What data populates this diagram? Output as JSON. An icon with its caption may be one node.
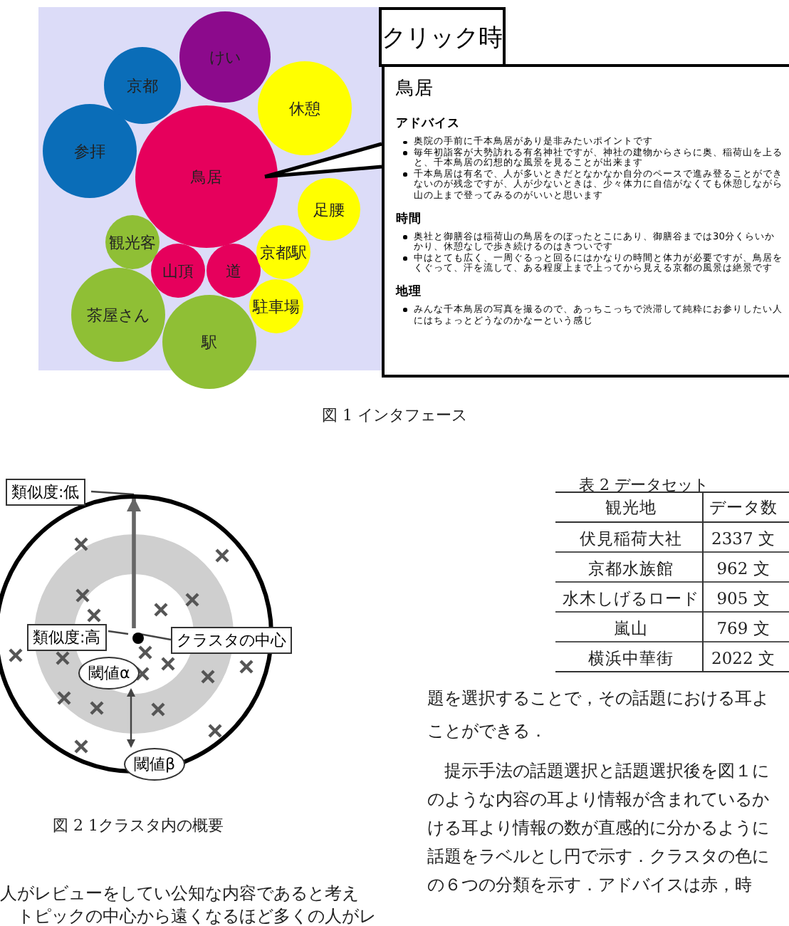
{
  "diagram": {
    "nodes": [
      {
        "text": [
          "けい"
        ]
      },
      {
        "text": [
          "京都"
        ]
      },
      {
        "text": [
          "休憩"
        ]
      },
      {
        "text": [
          "参拝"
        ]
      },
      {
        "text": [
          "鳥居"
        ]
      },
      {
        "text": [
          "足腰"
        ]
      },
      {
        "text": [
          "観光客"
        ]
      },
      {
        "text": [
          "山頂"
        ]
      },
      {
        "text": [
          "道"
        ]
      },
      {
        "text": [
          "京都駅"
        ]
      },
      {
        "text": [
          "茶屋さん"
        ]
      },
      {
        "text": [
          "駐車場"
        ]
      },
      {
        "text": [
          "駅"
        ]
      },
      {
        "text": [
          "クリック時"
        ]
      },
      {
        "text": [
          "鳥居",
          "アドバイス",
          "奥院の手前に千本鳥居があり是非みたいポイントです",
          "毎年初詣客が大勢訪れる有名神社ですが、神社の建物からさらに奥、稲荷山を上ると、千本鳥居の幻想的な風景を見ることが出来ます",
          "千本鳥居は有名で、人が多いときだとなかなか自分のペースで進み登ることができないのが残念ですが、人が少ないときは、少々体力に自信がなくても休憩しながら山の上まで登ってみるのがいいと思います",
          "時間",
          "奥社と御膳谷は稲荷山の鳥居をのぼったとこにあり、御膳谷までは30分くらいかかり、休憩なしで歩き続けるのはきついです",
          "中はとても広く、一周ぐるっと回るにはかなりの時間と体力が必要ですが、鳥居をくぐって、汗を流して、ある程度上まで上ってから見える京都の風景は絶景です",
          "地理",
          "みんな千本鳥居の写真を撮るので、あっちこっちで渋滞して純粋にお参りしたい人にはちょっとどうなのかなーという感じ"
        ]
      },
      {
        "text": [
          "類似度:低"
        ]
      },
      {
        "text": [],
        "shape": "circle"
      },
      {
        "text": [
          "類似度:高"
        ],
        "in": 16
      },
      {
        "text": [],
        "shape": "circle",
        "in": 16
      },
      {
        "text": [
          "クラスタの中心"
        ]
      },
      {
        "text": [
          "閾値α"
        ],
        "in": 16
      },
      {
        "text": [
          "閾値β"
        ]
      }
    ],
    "edges": [
      {
        "from": 4,
        "to": 14,
        "arrow": "none"
      },
      {
        "from": 18,
        "to": 16,
        "arrow": "to",
        "style": "thick",
        "color": "#666666"
      },
      {
        "from": 15,
        "to": 16,
        "arrow": "none"
      },
      {
        "from": 17,
        "to": 18,
        "arrow": "none"
      },
      {
        "from": 19,
        "to": 18,
        "arrow": "none"
      },
      {
        "from": 20,
        "to": 21,
        "arrow": "both"
      }
    ],
    "labels": [
      "図 1 インタフェース",
      "表 2 データセット",
      "観光地",
      "データ数",
      "伏見稲荷大社",
      "2337 文",
      "京都水族館",
      "962 文",
      "水木しげるロード",
      "905 文",
      "嵐山",
      "769 文",
      "横浜中華街",
      "2022 文",
      "図 2 1クラスタ内の概要",
      "題を選択することで，その話題における耳よ",
      "ことができる．",
      "提示手法の話題選択と話題選択後を図１に",
      "のような内容の耳より情報が含まれているか",
      "ける耳より情報の数が直感的に分かるように",
      "話題をラベルとし円で示す．クラスタの色に",
      "人がレビューをしてい公知な内容であると考え",
      "の６つの分類を示す．アドバイスは赤，時",
      "トピックの中心から遠くなるほど多くの人がレ"
    ]
  }
}
